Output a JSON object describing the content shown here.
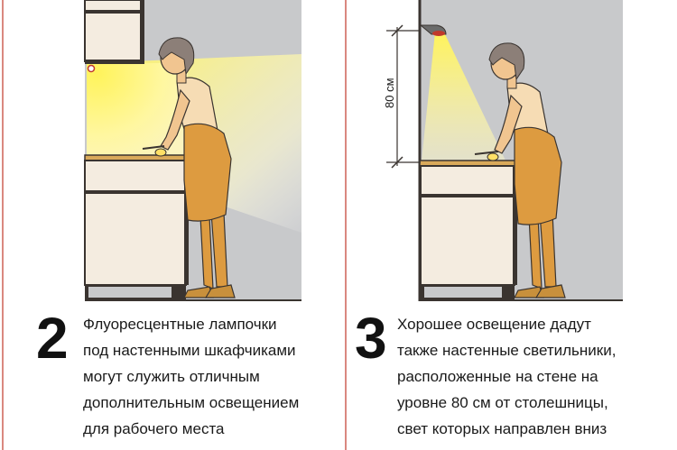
{
  "panels": [
    {
      "number": "2",
      "lines": [
        "Флуоресцентные лампочки",
        "под настенными шкафчиками",
        "могут служить отличным",
        "дополнительным освещением",
        "для рабочего места"
      ]
    },
    {
      "number": "3",
      "dimension_label": "80 см",
      "lines": [
        "Хорошее освещение дадут",
        "также настенные светильники,",
        "расположенные на стене на",
        "уровне 80 см от столешницы,",
        "свет которых направлен вниз"
      ]
    }
  ],
  "colors": {
    "wall": "#c8c9cb",
    "light": "#fff35a",
    "cabinet_fill": "#f4ece0",
    "cabinet_stroke": "#3a3430",
    "countertop": "#d9a95a",
    "skin": "#f1c590",
    "hair": "#8c7f78",
    "apron": "#dd9b40",
    "shirt": "#f6dcb4",
    "divider": "#c0392b"
  }
}
